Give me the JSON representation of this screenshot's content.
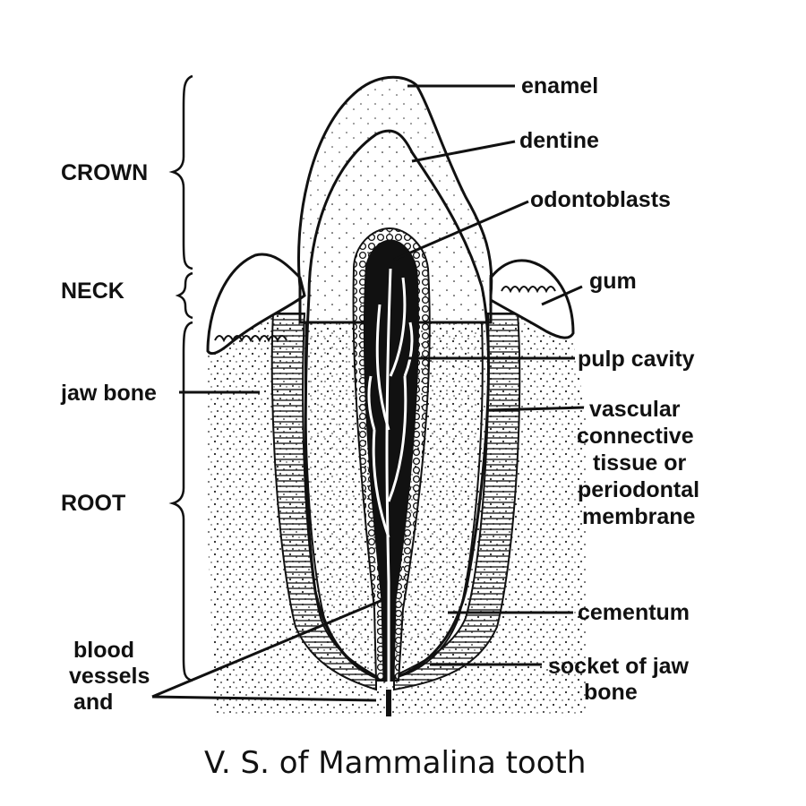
{
  "regions": {
    "crown": "CROWN",
    "neck": "NECK",
    "root": "ROOT"
  },
  "labels": {
    "enamel": "enamel",
    "dentine": "dentine",
    "odontoblasts": "odontoblasts",
    "gum": "gum",
    "pulp_cavity": "pulp cavity",
    "jaw_bone": "jaw bone",
    "vascular_1": "vascular",
    "vascular_2": "connective",
    "vascular_3": "tissue or",
    "vascular_4": "periodontal",
    "vascular_5": "membrane",
    "cementum": "cementum",
    "blood_1": "blood",
    "blood_2": "vessels",
    "blood_3": "and",
    "socket_1": "socket of jaw",
    "socket_2": "bone"
  },
  "caption": "V. S. of Mammalina  tooth",
  "colors": {
    "ink": "#111111",
    "background": "#ffffff"
  }
}
